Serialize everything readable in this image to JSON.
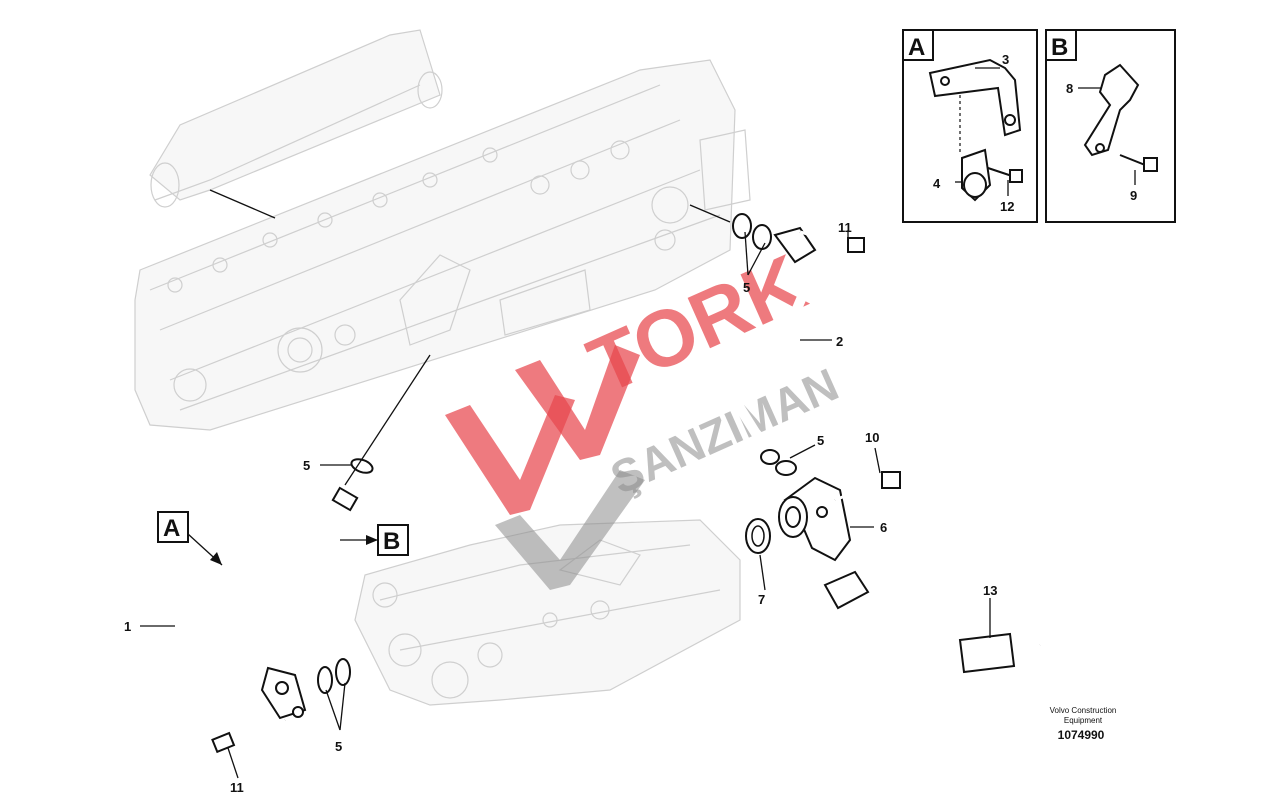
{
  "callouts": {
    "n1": "1",
    "n2": "2",
    "n3": "3",
    "n4": "4",
    "n5a": "5",
    "n5b": "5",
    "n5c": "5",
    "n5d": "5",
    "n6": "6",
    "n7": "7",
    "n8": "8",
    "n9": "9",
    "n10": "10",
    "n11a": "11",
    "n11b": "11",
    "n12": "12",
    "n13": "13"
  },
  "view_labels": {
    "a": "A",
    "b": "B"
  },
  "detail_labels": {
    "a": "A",
    "b": "B"
  },
  "watermark": {
    "line1": "TORK",
    "line2": "ŞANZIMAN"
  },
  "credit": {
    "line1": "Volvo Construction",
    "line2": "Equipment"
  },
  "document_number": "1074990",
  "colors": {
    "watermark_red": "#e8474d",
    "ghost_outline": "#cfcfcf",
    "ink": "#111111"
  }
}
